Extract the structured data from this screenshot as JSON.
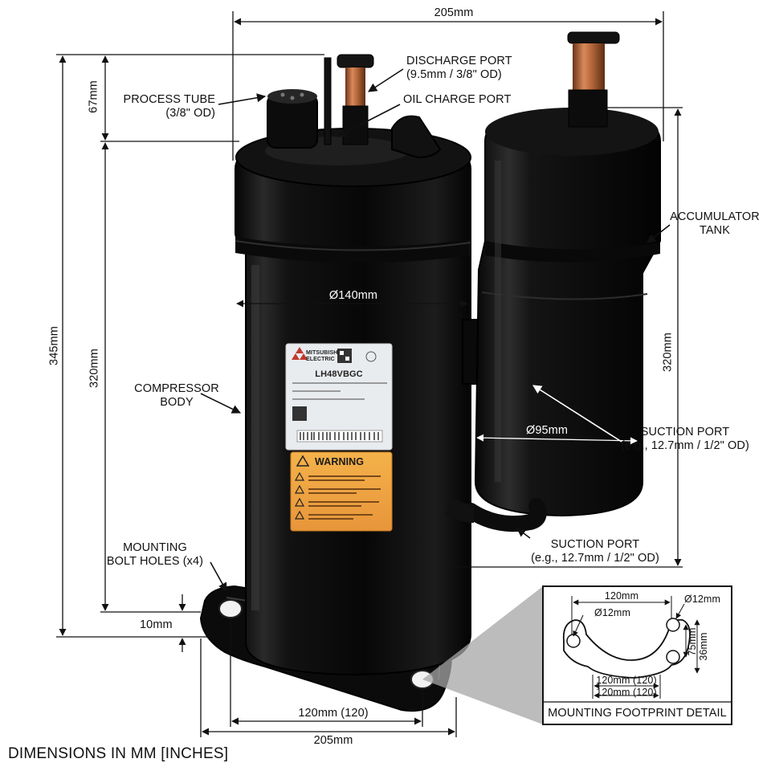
{
  "dimensions": {
    "overall_width_top": "205mm",
    "overall_width_base": "205mm",
    "overall_height": "345mm",
    "body_height": "320mm",
    "accumulator_height": "320mm",
    "port_height": "67mm",
    "base_height": "10mm",
    "body_diameter": "Ø140mm",
    "accumulator_diameter": "Ø95mm",
    "bolt_spacing": "120mm (120)"
  },
  "labels": {
    "discharge_port": [
      "DISCHARGE PORT",
      "(9.5mm / 3/8\" OD)"
    ],
    "process_tube": [
      "PROCESS TUBE",
      "(3/8\" OD)"
    ],
    "oil_charge_port": [
      "OIL CHARGE PORT"
    ],
    "accumulator_tank": [
      "ACCUMULATOR",
      "TANK"
    ],
    "compressor_body": [
      "COMPRESSOR",
      "BODY"
    ],
    "suction_port_upper": [
      "SUCTION PORT",
      "(e.g., 12.7mm / 1/2\" OD)"
    ],
    "suction_port_lower": [
      "SUCTION PORT",
      "(e.g., 12.7mm / 1/2\" OD)"
    ],
    "mounting_bolt_holes": [
      "MOUNTING",
      "BOLT HOLES (x4)"
    ]
  },
  "detail": {
    "title": "MOUNTING FOOTPRINT DETAIL",
    "top_span": "120mm",
    "hole_dia_right": "Ø12mm",
    "hole_dia_left": "Ø12mm",
    "span_75": "75mm",
    "span_36": "36mm",
    "bottom_span_1": "120mm (120)",
    "bottom_span_2": "120mm (120)"
  },
  "nameplate": {
    "brand": "MITSUBISHI ELECTRIC",
    "model": "LH48VBGC",
    "warning": "WARNING"
  },
  "footer": "DIMENSIONS IN MM [INCHES]"
}
